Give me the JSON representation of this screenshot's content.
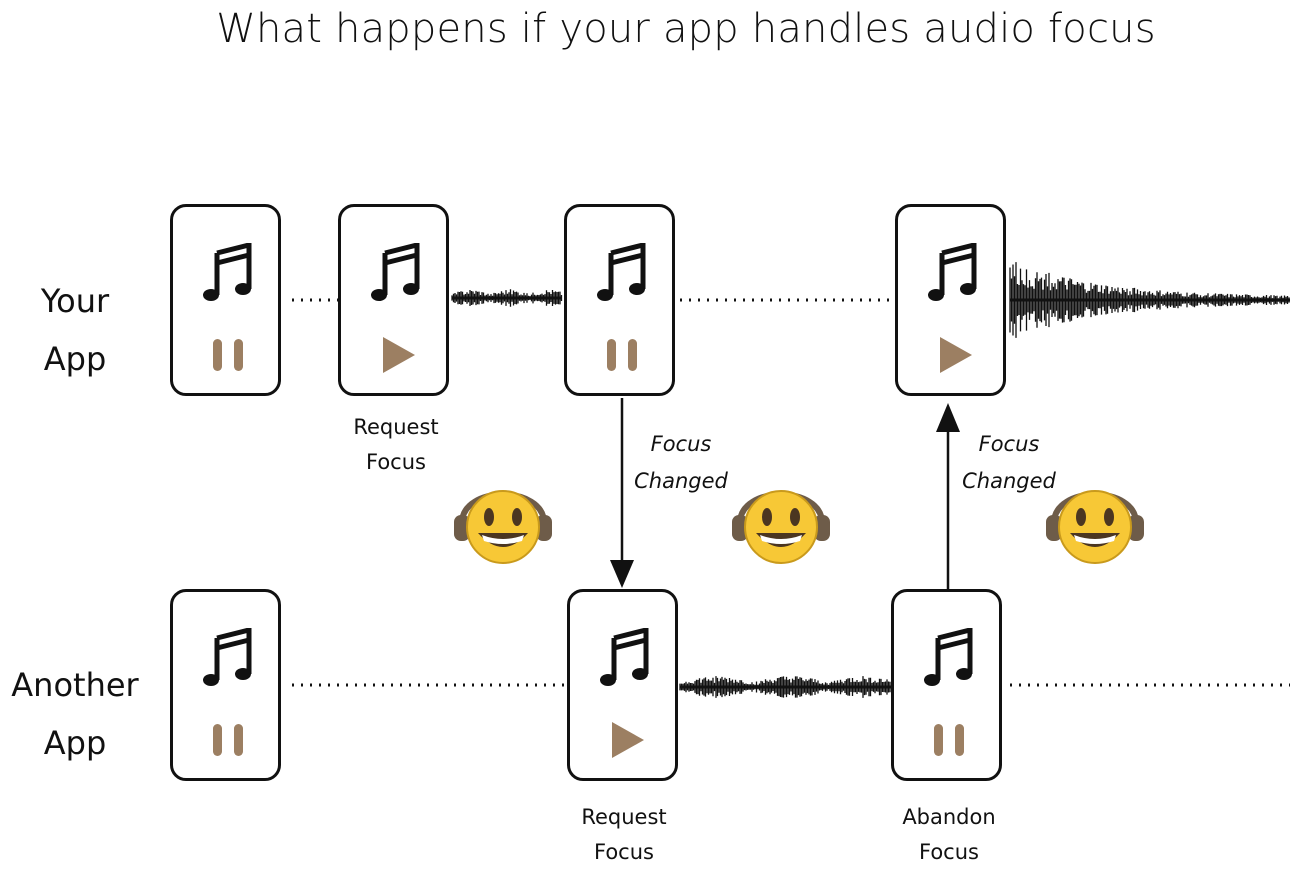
{
  "title": "What happens if your app handles audio focus",
  "rows": {
    "your_app": {
      "line1": "Your",
      "line2": "App"
    },
    "another_app": {
      "line1": "Another",
      "line2": "App"
    }
  },
  "phones": [
    {
      "id": "your-app-initial",
      "state": "paused"
    },
    {
      "id": "your-app-request",
      "state": "playing"
    },
    {
      "id": "your-app-focus-lost",
      "state": "paused"
    },
    {
      "id": "your-app-focus-regained",
      "state": "playing"
    },
    {
      "id": "another-app-initial",
      "state": "paused"
    },
    {
      "id": "another-app-request",
      "state": "playing"
    },
    {
      "id": "another-app-abandon",
      "state": "paused"
    }
  ],
  "captions": {
    "your_request": {
      "line1": "Request",
      "line2": "Focus"
    },
    "another_request": {
      "line1": "Request",
      "line2": "Focus"
    },
    "another_abandon": {
      "line1": "Abandon",
      "line2": "Focus"
    },
    "focus_changed_1": {
      "line1": "Focus",
      "line2": "Changed"
    },
    "focus_changed_2": {
      "line1": "Focus",
      "line2": "Changed"
    }
  },
  "icons": {
    "note": "music-note-icon",
    "pause": "pause-icon",
    "play": "play-icon",
    "emoji": "smiley-headphones-icon"
  },
  "colors": {
    "control": "#9c7f62",
    "outline": "#111111",
    "waveform": "#111111",
    "emoji_face": "#f7c836",
    "headphones": "#6e5c49"
  }
}
